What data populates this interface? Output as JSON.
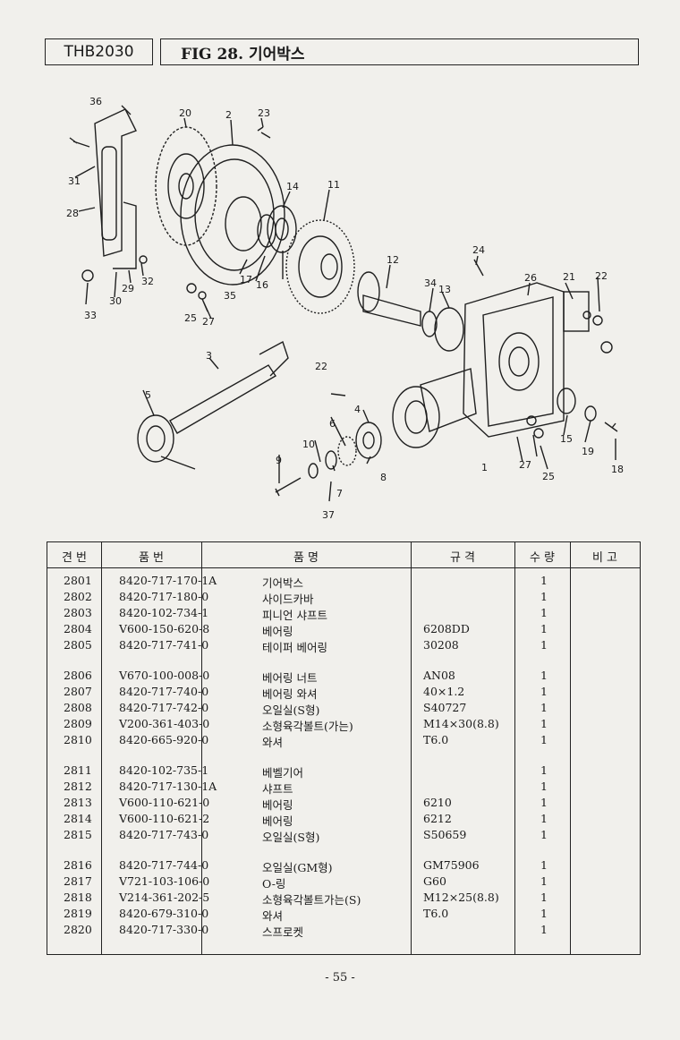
{
  "header": {
    "code": "THB2030",
    "figure": "FIG 28. 기어박스"
  },
  "diagram_labels": [
    "36",
    "20",
    "2",
    "23",
    "31",
    "14",
    "11",
    "28",
    "24",
    "12",
    "21",
    "22",
    "26",
    "34",
    "13",
    "32",
    "33",
    "30",
    "29",
    "17",
    "16",
    "35",
    "25",
    "27",
    "3",
    "22",
    "5",
    "6",
    "4",
    "10",
    "15",
    "19",
    "9",
    "7",
    "8",
    "1",
    "27",
    "25",
    "18",
    "37"
  ],
  "table": {
    "headers": [
      "견 번",
      "품 번",
      "품 명",
      "규 격",
      "수 량",
      "비 고"
    ],
    "groups": [
      [
        [
          "2801",
          "8420-717-170-1A",
          "기어박스",
          "",
          "1"
        ],
        [
          "2802",
          "8420-717-180-0",
          "사이드카바",
          "",
          "1"
        ],
        [
          "2803",
          "8420-102-734-1",
          "피니언 샤프트",
          "",
          "1"
        ],
        [
          "2804",
          "V600-150-620-8",
          "베어링",
          "6208DD",
          "1"
        ],
        [
          "2805",
          "8420-717-741-0",
          "테이퍼 베어링",
          "30208",
          "1"
        ]
      ],
      [
        [
          "2806",
          "V670-100-008-0",
          "베어링 너트",
          "AN08",
          "1"
        ],
        [
          "2807",
          "8420-717-740-0",
          "베어링 와셔",
          "40×1.2",
          "1"
        ],
        [
          "2808",
          "8420-717-742-0",
          "오일실(S형)",
          "S40727",
          "1"
        ],
        [
          "2809",
          "V200-361-403-0",
          "소형육각볼트(가는)",
          "M14×30(8.8)",
          "1"
        ],
        [
          "2810",
          "8420-665-920-0",
          "와셔",
          "T6.0",
          "1"
        ]
      ],
      [
        [
          "2811",
          "8420-102-735-1",
          "베벨기어",
          "",
          "1"
        ],
        [
          "2812",
          "8420-717-130-1A",
          "샤프트",
          "",
          "1"
        ],
        [
          "2813",
          "V600-110-621-0",
          "베어링",
          "6210",
          "1"
        ],
        [
          "2814",
          "V600-110-621-2",
          "베어링",
          "6212",
          "1"
        ],
        [
          "2815",
          "8420-717-743-0",
          "오일실(S형)",
          "S50659",
          "1"
        ]
      ],
      [
        [
          "2816",
          "8420-717-744-0",
          "오일실(GM형)",
          "GM75906",
          "1"
        ],
        [
          "2817",
          "V721-103-106-0",
          "O-링",
          "G60",
          "1"
        ],
        [
          "2818",
          "V214-361-202-5",
          "소형육각볼트가는(S)",
          "M12×25(8.8)",
          "1"
        ],
        [
          "2819",
          "8420-679-310-0",
          "와셔",
          "T6.0",
          "1"
        ],
        [
          "2820",
          "8420-717-330-0",
          "스프로켓",
          "",
          "1"
        ]
      ]
    ]
  },
  "page_number": "- 55 -"
}
